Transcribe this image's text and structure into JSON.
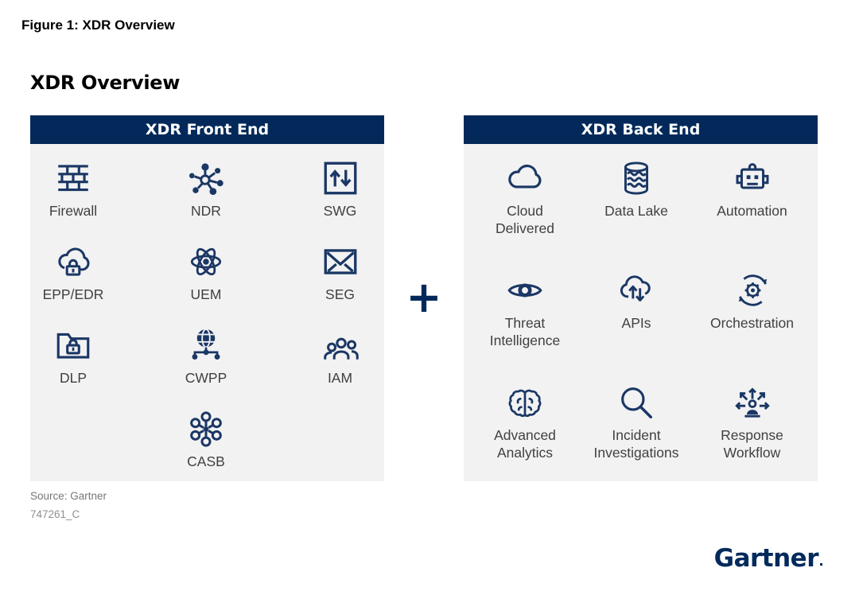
{
  "figure_title": "Figure 1: XDR Overview",
  "diagram_title": "XDR Overview",
  "plus": "+",
  "panels": [
    {
      "id": "front-end",
      "title": "XDR Front End",
      "items": [
        {
          "label": "Firewall",
          "icon": "firewall-icon"
        },
        {
          "label": "NDR",
          "icon": "network-detection-icon"
        },
        {
          "label": "SWG",
          "icon": "swg-arrows-icon"
        },
        {
          "label": "EPP/EDR",
          "icon": "cloud-lock-icon"
        },
        {
          "label": "UEM",
          "icon": "atom-icon"
        },
        {
          "label": "SEG",
          "icon": "envelope-icon"
        },
        {
          "label": "DLP",
          "icon": "folder-lock-icon"
        },
        {
          "label": "CWPP",
          "icon": "globe-network-icon"
        },
        {
          "label": "IAM",
          "icon": "people-group-icon"
        },
        {
          "label": "CASB",
          "icon": "molecule-icon"
        }
      ]
    },
    {
      "id": "back-end",
      "title": "XDR Back End",
      "items": [
        {
          "label": "Cloud Delivered",
          "icon": "cloud-icon"
        },
        {
          "label": "Data Lake",
          "icon": "data-lake-icon"
        },
        {
          "label": "Automation",
          "icon": "robot-icon"
        },
        {
          "label": "Threat Intelligence",
          "icon": "eye-icon"
        },
        {
          "label": "APIs",
          "icon": "cloud-sync-icon"
        },
        {
          "label": "Orchestration",
          "icon": "gear-cycle-icon"
        },
        {
          "label": "Advanced Analytics",
          "icon": "brain-icon"
        },
        {
          "label": "Incident Investigations",
          "icon": "magnifier-icon"
        },
        {
          "label": "Response Workflow",
          "icon": "person-arrows-icon"
        }
      ]
    }
  ],
  "footer": {
    "source": "Source: Gartner",
    "document_id": "747261_C"
  },
  "logo": "Gartner",
  "colors": {
    "header_navy": "#02295A",
    "icon_navy": "#1B3764",
    "panel_bg": "#F2F2F3",
    "label_text": "#404040",
    "muted_text": "#75787B",
    "logo_navy": "#002A5C"
  }
}
